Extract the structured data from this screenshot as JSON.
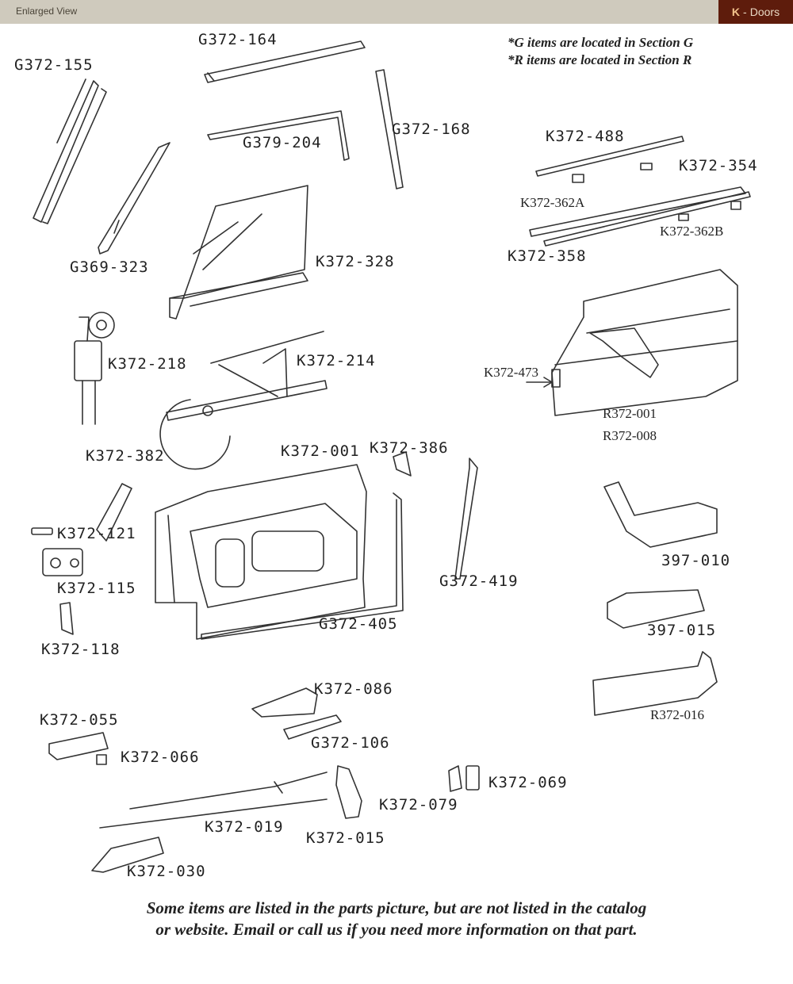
{
  "header": {
    "view_label": "Enlarged View",
    "section_letter": "K",
    "section_sep": "-",
    "section_name": "Doors"
  },
  "notes": [
    "*G items are located in Section G",
    "*R items are located in Section R"
  ],
  "labels": {
    "g372_155": "G372-155",
    "g372_164": "G372-164",
    "g379_204": "G379-204",
    "g372_168": "G372-168",
    "g369_323": "G369-323",
    "k372_328": "K372-328",
    "k372_488": "K372-488",
    "k372_354": "K372-354",
    "k372_362a": "K372-362A",
    "k372_362b": "K372-362B",
    "k372_358": "K372-358",
    "k372_218": "K372-218",
    "k372_214": "K372-214",
    "k372_473": "K372-473",
    "r372_001": "R372-001",
    "r372_008": "R372-008",
    "k372_382": "K372-382",
    "k372_001": "K372-001",
    "k372_386": "K372-386",
    "k372_121": "K372-121",
    "k372_115": "K372-115",
    "k372_118": "K372-118",
    "g372_405": "G372-405",
    "g372_419": "G372-419",
    "p397_010": "397-010",
    "p397_015": "397-015",
    "r372_016": "R372-016",
    "k372_086": "K372-086",
    "g372_106": "G372-106",
    "k372_055": "K372-055",
    "k372_066": "K372-066",
    "k372_069": "K372-069",
    "k372_079": "K372-079",
    "k372_019": "K372-019",
    "k372_015": "K372-015",
    "k372_030": "K372-030"
  },
  "footer": {
    "line1": "Some items are listed in the parts picture, but are not listed in the catalog",
    "line2": "or website. Email or call us if you need more information on that part."
  }
}
